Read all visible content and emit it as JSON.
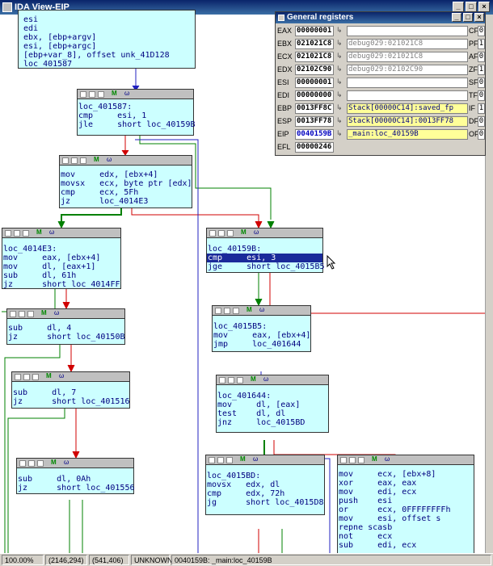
{
  "window": {
    "title": "IDA View-EIP"
  },
  "top_block": {
    "lines": [
      "esi",
      "edi",
      "ebx, [ebp+argv]",
      "esi, [ebp+argc]",
      "[ebp+var_8], offset unk_41D128",
      "loc_401587"
    ]
  },
  "nodes": [
    {
      "lines": [
        "loc_401587:",
        "cmp     esi, 1",
        "jle     short loc_40159B"
      ]
    },
    {
      "lines": [
        "mov     edx, [ebx+4]",
        "movsx   ecx, byte ptr [edx]",
        "cmp     ecx, 5Fh",
        "jz      loc_4014E3"
      ]
    },
    {
      "lines": [
        "loc_4014E3:",
        "mov     eax, [ebx+4]",
        "mov     dl, [eax+1]",
        "sub     dl, 61h",
        "jz      short loc_4014FF"
      ]
    },
    {
      "lines": [
        "loc_40159B:",
        "cmp     esi, 3",
        "jge     short loc_4015B5"
      ]
    },
    {
      "lines": [
        "sub     dl, 4",
        "jz      short loc_40150B"
      ]
    },
    {
      "lines": [
        "loc_4015B5:",
        "mov     eax, [ebx+4]",
        "jmp     loc_401644"
      ]
    },
    {
      "lines": [
        "sub     dl, 7",
        "jz      short loc_401516"
      ]
    },
    {
      "lines": [
        "loc_401644:",
        "mov     dl, [eax]",
        "test    dl, dl",
        "jnz     loc_4015BD"
      ]
    },
    {
      "lines": [
        "sub     dl, 0Ah",
        "jz      short loc_401556"
      ]
    },
    {
      "lines": [
        "loc_4015BD:",
        "movsx   edx, dl",
        "cmp     edx, 72h",
        "jg      short loc_4015D8"
      ]
    },
    {
      "lines": [
        "mov     ecx, [ebx+8]",
        "xor     eax, eax",
        "mov     edi, ecx",
        "push    esi",
        "or      ecx, 0FFFFFFFFh",
        "mov     esi, offset s",
        "repne scasb",
        "not     ecx",
        "sub     edi, ecx"
      ]
    }
  ],
  "registers": {
    "title": "General registers",
    "rows": [
      {
        "name": "EAX",
        "value": "00000001",
        "hint": ""
      },
      {
        "name": "EBX",
        "value": "021021C8",
        "hint": "debug029:021021C8"
      },
      {
        "name": "ECX",
        "value": "021021C8",
        "hint": "debug029:021021C8"
      },
      {
        "name": "EDX",
        "value": "02102C90",
        "hint": "debug029:02102C90"
      },
      {
        "name": "ESI",
        "value": "00000001",
        "hint": ""
      },
      {
        "name": "EDI",
        "value": "00000000",
        "hint": ""
      },
      {
        "name": "EBP",
        "value": "0013FF8C",
        "hint": "Stack[00000C14]:saved_fp"
      },
      {
        "name": "ESP",
        "value": "0013FF78",
        "hint": "Stack[00000C14]:0013FF78"
      },
      {
        "name": "EIP",
        "value": "0040159B",
        "hint": "_main:loc_40159B"
      },
      {
        "name": "EFL",
        "value": "00000246",
        "hint": ""
      }
    ],
    "flags": [
      {
        "name": "CF",
        "value": "0"
      },
      {
        "name": "PF",
        "value": "1"
      },
      {
        "name": "AF",
        "value": "0"
      },
      {
        "name": "ZF",
        "value": "1"
      },
      {
        "name": "SF",
        "value": "0"
      },
      {
        "name": "TF",
        "value": "0"
      },
      {
        "name": "IF",
        "value": "1"
      },
      {
        "name": "DF",
        "value": "0"
      },
      {
        "name": "OF",
        "value": "0"
      }
    ]
  },
  "status": {
    "zoom": "100.00%",
    "coords1": "(2146,294)",
    "coords2": "(541,406)",
    "state": "UNKNOWN",
    "location": "0040159B: _main:loc_40159B"
  },
  "icons": [
    "ida-window-icon",
    "minimize-icon",
    "maximize-icon",
    "close-icon",
    "mouse-cursor-icon"
  ]
}
